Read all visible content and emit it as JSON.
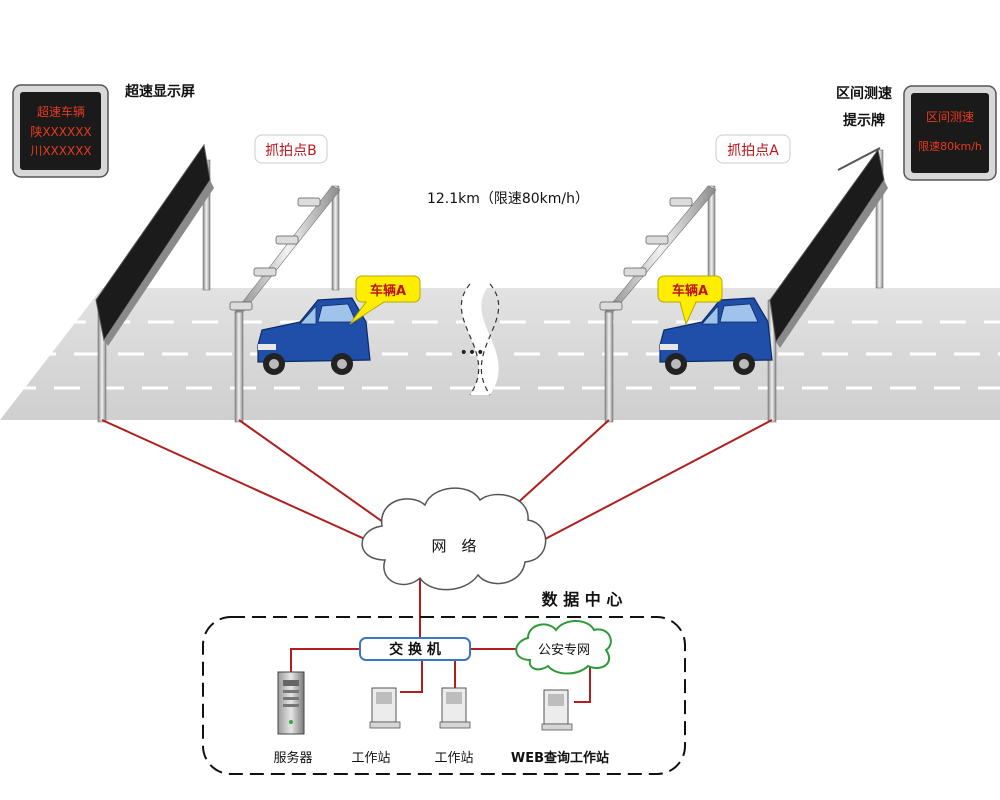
{
  "signs": {
    "left_title": "超速显示屏",
    "left_lines": [
      "超速车辆",
      "陕XXXXXX",
      "川XXXXXX"
    ],
    "right_title_line1": "区间测速",
    "right_title_line2": "提示牌",
    "right_lines": [
      "区间测速",
      "限速80km/h"
    ]
  },
  "capture_points": {
    "b_label": "抓拍点B",
    "a_label": "抓拍点A"
  },
  "road": {
    "distance_label": "12.1km（限速80km/h）",
    "ellipsis": "•••",
    "vehicle_left_label": "车辆A",
    "vehicle_right_label": "车辆A"
  },
  "network": {
    "cloud_label": "网　络"
  },
  "data_center": {
    "title": "数 据 中 心",
    "switch_label": "交 换 机",
    "police_net_label": "公安专网",
    "devices": [
      "服务器",
      "工作站",
      "工作站",
      "WEB查询工作站"
    ]
  },
  "colors": {
    "sign_text": "#e83a1f",
    "link_line": "#b01e1e",
    "callout_fill": "#ffee00",
    "car_body": "#1f4fa8",
    "road": "#d5d5d5"
  }
}
